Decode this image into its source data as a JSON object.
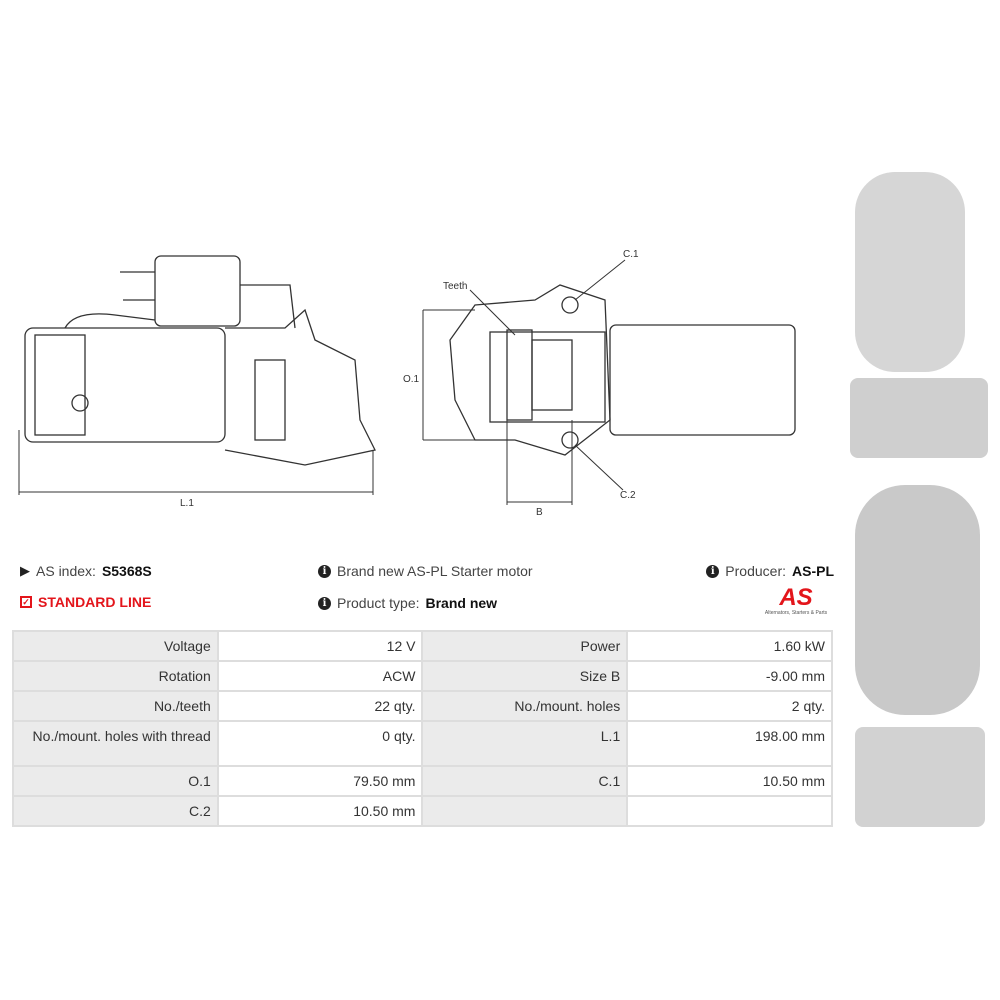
{
  "drawing": {
    "side_label": "L.1",
    "front_labels": {
      "teeth": "Teeth",
      "c1": "C.1",
      "c2": "C.2",
      "o1": "O.1",
      "b": "B"
    }
  },
  "info": {
    "as_index_label": "AS index:",
    "as_index_value": "S5368S",
    "description": "Brand new AS-PL Starter motor",
    "producer_label": "Producer:",
    "producer_value": "AS-PL",
    "line": "STANDARD LINE",
    "product_type_label": "Product type:",
    "product_type_value": "Brand new",
    "logo_text": "AS",
    "logo_tagline": "Alternators, Starters & Parts"
  },
  "specs": [
    [
      "Voltage",
      "12 V",
      "Power",
      "1.60 kW"
    ],
    [
      "Rotation",
      "ACW",
      "Size B",
      "-9.00 mm"
    ],
    [
      "No./teeth",
      "22 qty.",
      "No./mount. holes",
      "2 qty."
    ],
    [
      "No./mount. holes with thread",
      "0 qty.",
      "L.1",
      "198.00 mm"
    ],
    [
      "O.1",
      "79.50 mm",
      "C.1",
      "10.50 mm"
    ],
    [
      "C.2",
      "10.50 mm",
      "",
      ""
    ]
  ],
  "colors": {
    "accent": "#e3151b"
  }
}
